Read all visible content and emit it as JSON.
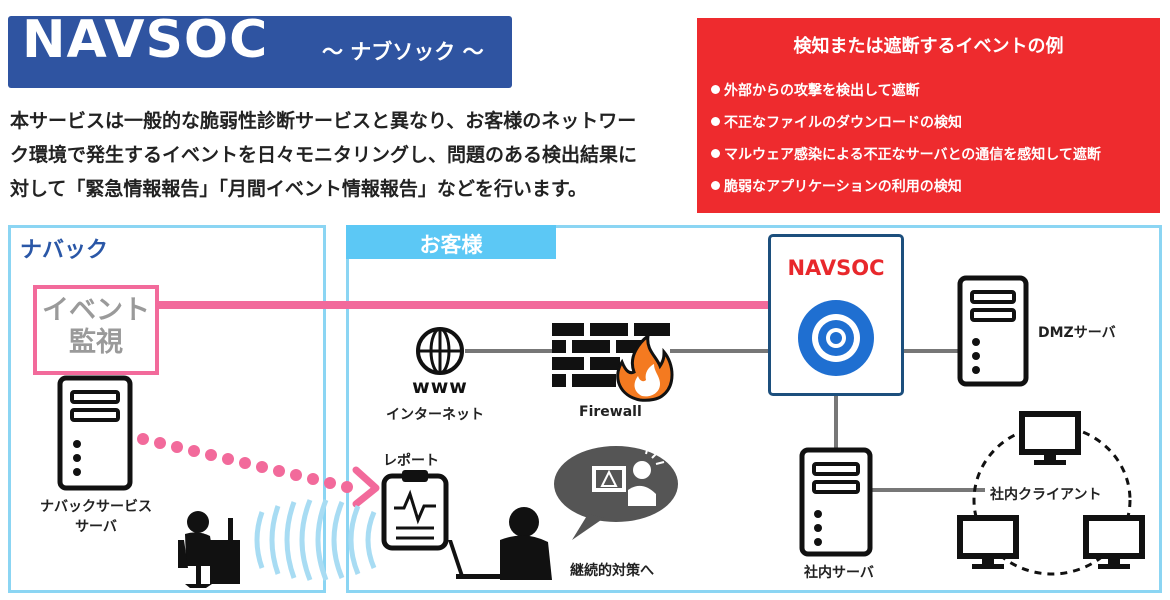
{
  "header": {
    "title": "NAVSOC",
    "subtitle": "～ ナブソック ～"
  },
  "description": {
    "lines": [
      "本サービスは一般的な脆弱性診断サービスと異なり、お客様のネットワー",
      "ク環境で発生するイベントを日々モニタリングし、問題のある検出結果に",
      "対して「緊急情報報告」「月間イベント情報報告」などを行います。"
    ]
  },
  "examples": {
    "title": "検知または遮断するイベントの例",
    "items": [
      "外部からの攻撃を検出して遮断",
      "不正なファイルのダウンロードの検知",
      "マルウェア感染による不正なサーバとの通信を感知して遮断",
      "脆弱なアプリケーションの利用の検知"
    ]
  },
  "panels": {
    "left_title": "ナバック",
    "right_title": "お客様"
  },
  "diagram": {
    "event_monitor": "イベント監視",
    "event_monitor_lines": [
      "イベント",
      "監視"
    ],
    "navback_server_lines": [
      "ナバックサービス",
      "サーバ"
    ],
    "internet_www": "www",
    "internet_label": "インターネット",
    "firewall_label": "Firewall",
    "navsoc_label": "NAVSOC",
    "dmz_label": "DMZサーバ",
    "report_label": "レポート",
    "continuous_label": "継続的対策へ",
    "internal_server_label": "社内サーバ",
    "clients_label": "社内クライアント"
  },
  "colors": {
    "banner": "#2f54a1",
    "red_box": "#ee2b2e",
    "panel_border": "#8bd5f3",
    "panel_tab": "#5cc8f5",
    "pink": "#f26a9b",
    "navsoc_red": "#e8282c",
    "navsoc_blue": "#1f6fd1",
    "firewall_flame": "#f47a20"
  }
}
